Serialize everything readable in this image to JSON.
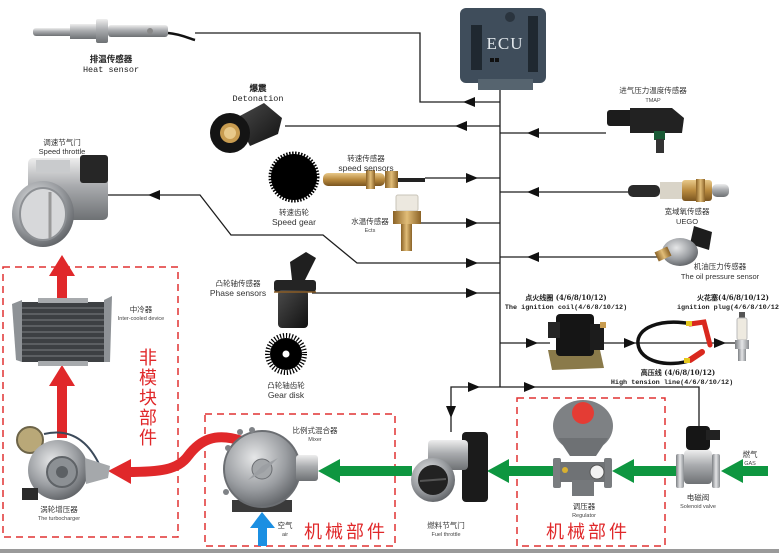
{
  "title": "ECU gas engine control system diagram",
  "colors": {
    "red": "#e0282a",
    "green": "#0e9640",
    "blue": "#1b8fe2",
    "line": "#1e1e1e",
    "dash": "#e03232",
    "ecu": "#3f4d5b"
  },
  "components": {
    "ecu": {
      "label": "ECU"
    },
    "heat_sensor": {
      "zh": "排温传感器",
      "en": "Heat sensor"
    },
    "detonation": {
      "zh": "爆震",
      "en": "Detonation"
    },
    "tmap": {
      "zh": "进气压力温度传感器",
      "en": "TMAP"
    },
    "speed_throttle": {
      "zh": "调速节气门",
      "en": "Speed throttle"
    },
    "speed_sensor": {
      "zh": "转速传感器",
      "en": "speed sensors"
    },
    "speed_gear": {
      "zh": "转速齿轮",
      "en": "Speed gear"
    },
    "ects": {
      "zh": "水温传感器",
      "en": "Ects"
    },
    "uego": {
      "zh": "宽域氧传感器",
      "en": "UEGO"
    },
    "oil_pressure": {
      "zh": "机油压力传感器",
      "en": "The oil pressure sensor"
    },
    "phase_sensor": {
      "zh": "凸轮轴传感器",
      "en": "Phase sensors"
    },
    "gear_disk": {
      "zh": "凸轮轴齿轮",
      "en": "Gear disk"
    },
    "ignition_coil": {
      "zh": "点火线圈 (4/6/8/10/12)",
      "en": "The ignition coil(4/6/8/10/12)"
    },
    "high_tension": {
      "zh": "高压线 (4/6/8/10/12)",
      "en": "High tension line(4/6/8/10/12)"
    },
    "spark_plug": {
      "zh": "火花塞(4/6/8/10/12)",
      "en": "ignition plug(4/6/8/10/12)"
    },
    "intercooler": {
      "zh": "中冷器",
      "en": "Inter-cooled device"
    },
    "turbocharger": {
      "zh": "涡轮增压器",
      "en": "The turbocharger"
    },
    "mixer": {
      "zh": "比例式混合器",
      "en": "Mixer"
    },
    "air": {
      "zh": "空气",
      "en": "air"
    },
    "fuel_throttle": {
      "zh": "燃料节气门",
      "en": "Fuel throttle"
    },
    "regulator": {
      "zh": "调压器",
      "en": "Regulator"
    },
    "solenoid_valve": {
      "zh": "电磁阀",
      "en": "Solenoid valve"
    },
    "gas": {
      "zh": "燃气",
      "en": "GAS"
    }
  },
  "groups": {
    "non_module": {
      "label": "非模块部件",
      "chars": [
        "非",
        "模",
        "块",
        "部",
        "件"
      ]
    },
    "mechanical_left": {
      "label": "机械部件"
    },
    "mechanical_right": {
      "label": "机械部件"
    }
  }
}
